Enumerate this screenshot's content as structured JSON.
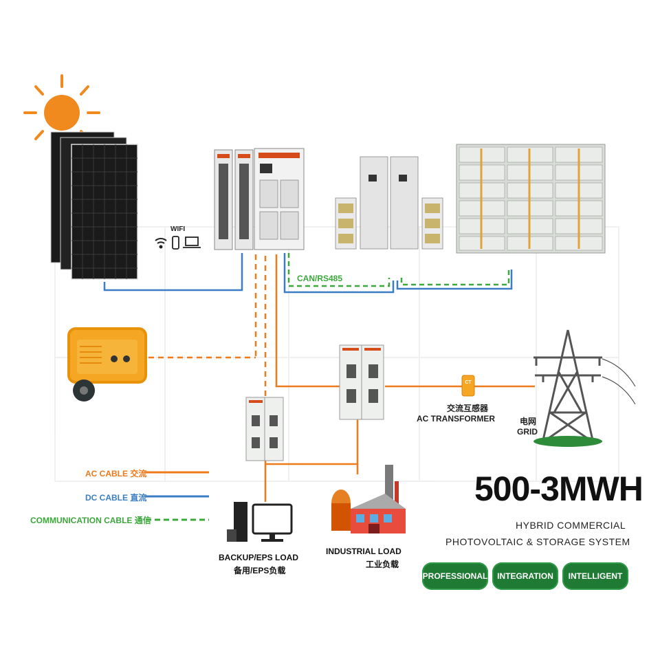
{
  "diagram": {
    "wifi_label": "WIFI",
    "can_label": "CAN/RS485",
    "ac_transformer_cn": "交流互感器",
    "ac_transformer_en": "AC TRANSFORMER",
    "ct_badge": "CT",
    "grid_cn": "电网",
    "grid_en": "GRID",
    "backup_load_en": "BACKUP/EPS LOAD",
    "backup_load_cn": "备用/EPS负载",
    "industrial_load_en": "INDUSTRIAL LOAD",
    "industrial_load_cn": "工业负载"
  },
  "legend": {
    "ac": {
      "en": "AC CABLE",
      "cn": "交流",
      "color": "#ee7a1c"
    },
    "dc": {
      "en": "DC CABLE",
      "cn": "直流",
      "color": "#3b7dc4"
    },
    "comm": {
      "en": "COMMUNICATION CABLE",
      "cn": "通信",
      "color": "#3aa83a"
    }
  },
  "title": {
    "capacity": "500-3MWH",
    "line1": "HYBRID COMMERCIAL",
    "line2": "PHOTOVOLTAIC & STORAGE SYSTEM"
  },
  "badges": [
    "PROFESSIONAL",
    "INTEGRATION",
    "INTELLIGENT"
  ],
  "colors": {
    "accent_green": "#1f7a34",
    "sun": "#f08a1e"
  }
}
